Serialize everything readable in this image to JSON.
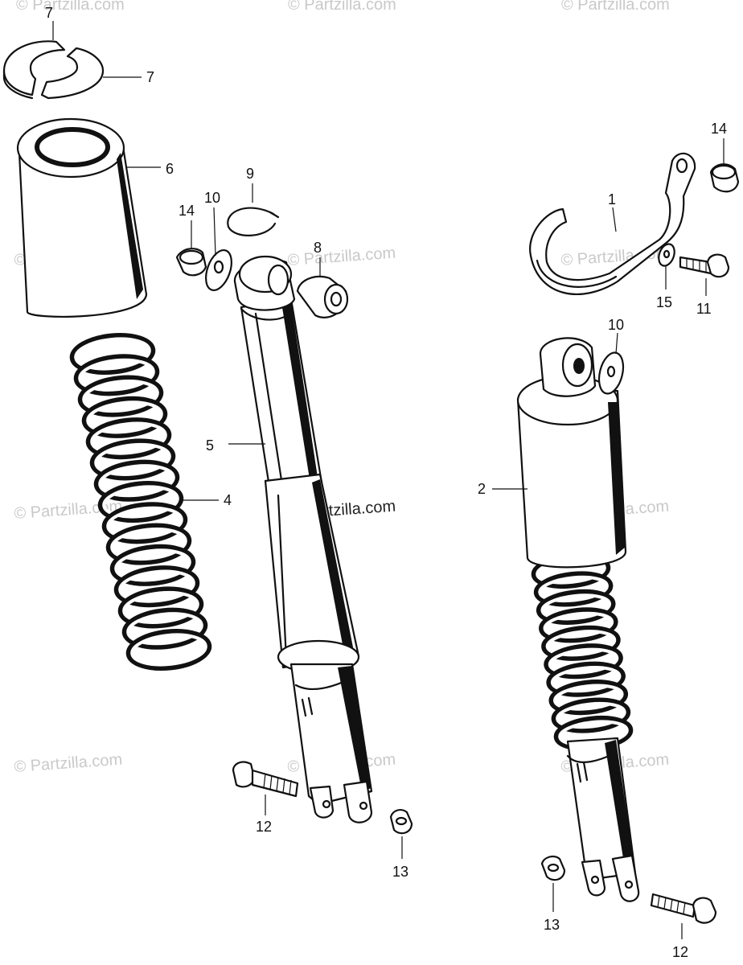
{
  "watermark": "© Partzilla.com",
  "callouts": {
    "n1": "1",
    "n2": "2",
    "n4": "4",
    "n5": "5",
    "n6": "6",
    "n7a": "7",
    "n7b": "7",
    "n8": "8",
    "n9": "9",
    "n10a": "10",
    "n10b": "10",
    "n11": "11",
    "n12a": "12",
    "n12b": "12",
    "n13a": "13",
    "n13b": "13",
    "n14a": "14",
    "n14b": "14",
    "n15": "15"
  },
  "colors": {
    "ink": "#111111",
    "watermark": "#c9c9c9",
    "background": "#ffffff"
  }
}
